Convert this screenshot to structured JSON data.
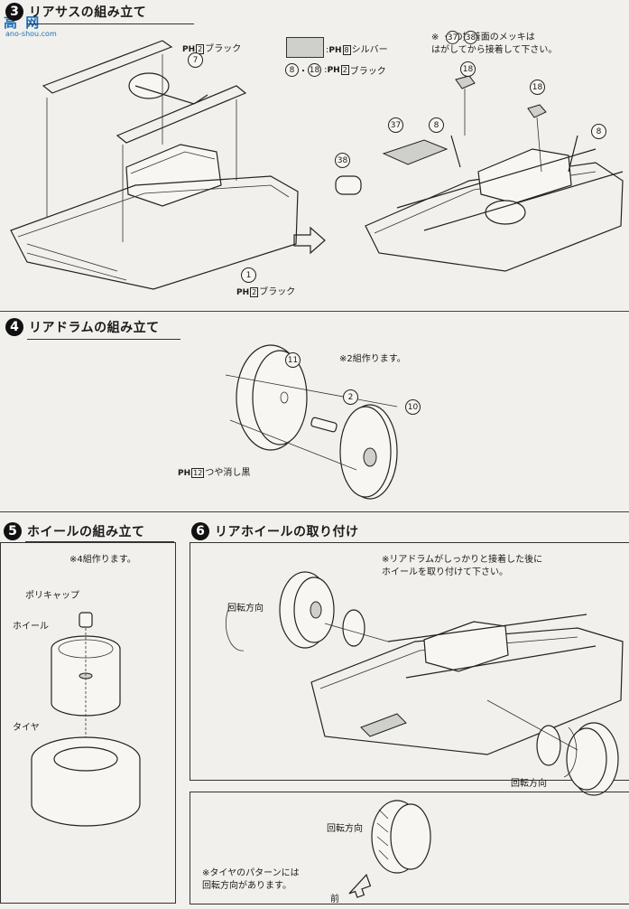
{
  "watermark": {
    "main": "高 网",
    "sub": "ano-shou.com"
  },
  "step3": {
    "number": "3",
    "title": "リアサスの組み立て",
    "paint_ph2_black_top": "ブラック",
    "silver_swatch_label": "シルバー",
    "parts_8_18": "・",
    "paint_8_18": "ブラック",
    "note": "※ ・ の接着面のメッキは\nはがしてから接着して下さい。",
    "part_label_1_paint": "ブラック",
    "callouts": {
      "p7": "7",
      "p8a": "8",
      "p8b": "8",
      "p18a": "18",
      "p18b": "18",
      "p37": "37",
      "p38": "38",
      "p1": "1",
      "n37": "37",
      "n38": "38",
      "n8": "8",
      "n18": "18"
    },
    "paint_codes": {
      "ph": "PH",
      "c2": "2",
      "c8": "8"
    }
  },
  "step4": {
    "number": "4",
    "title": "リアドラムの組み立て",
    "note": "※2組作ります。",
    "paint": "つや消し黒",
    "paint_code": "12",
    "callouts": {
      "p11": "11",
      "p2": "2",
      "p10": "10"
    }
  },
  "step5": {
    "number": "5",
    "title": "ホイールの組み立て",
    "note": "※4組作ります。",
    "labels": {
      "polycap": "ポリキャップ",
      "wheel": "ホイール",
      "tire": "タイヤ"
    }
  },
  "step6": {
    "number": "6",
    "title": "リアホイールの取り付け",
    "note": "※リアドラムがしっかりと接着した後に\nホイールを取り付けて下さい。",
    "rotation_left": "回転方向",
    "rotation_right": "回転方向",
    "inset_rotation": "回転方向",
    "inset_note": "※タイヤのパターンには\n回転方向があります。",
    "inset_front": "前"
  }
}
